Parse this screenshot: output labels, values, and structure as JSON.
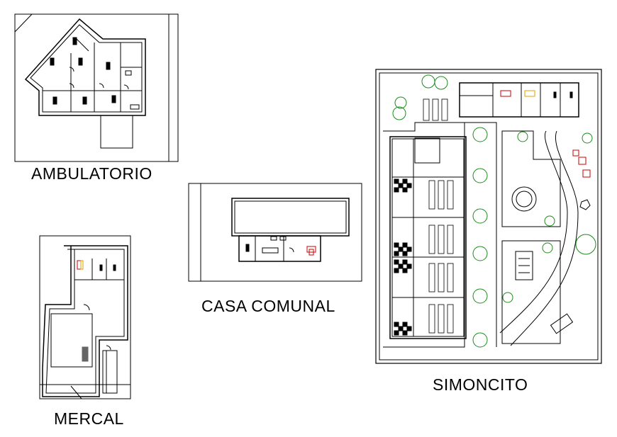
{
  "labels": {
    "ambulatorio": "AMBULATORIO",
    "casa_comunal": "CASA COMUNAL",
    "mercal": "MERCAL",
    "simoncito": "SIMONCITO"
  },
  "colors": {
    "line": "#000000",
    "furniture_accent": "#cc0000",
    "furniture_accent2": "#e0a000",
    "tree": "#1a8c1a"
  }
}
